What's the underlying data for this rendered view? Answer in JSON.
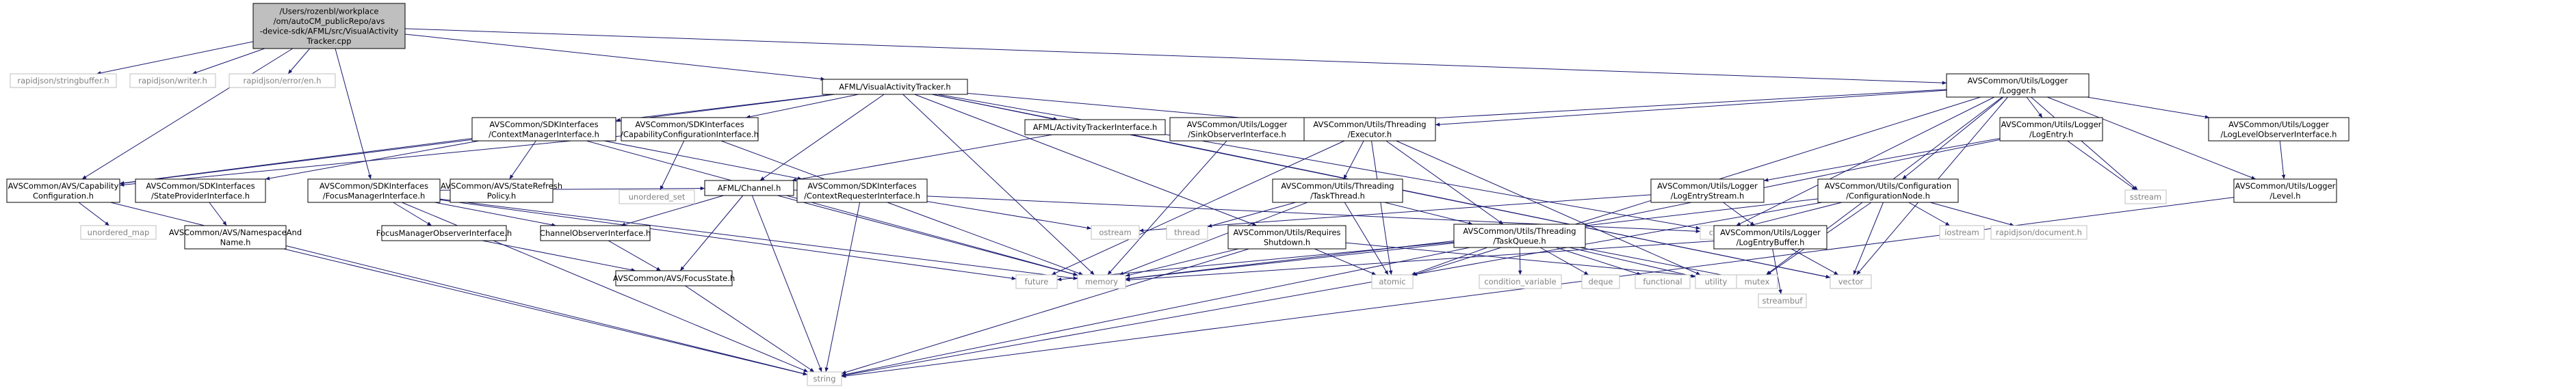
{
  "colors": {
    "root_fill": "#bfbfbf",
    "node_fill": "#ffffff",
    "node_border": "#000000",
    "external_border": "#bfbfbf",
    "external_text": "#828282",
    "edge": "#191970"
  },
  "nodes": {
    "root": {
      "lines": [
        "/Users/rozenbl/workplace",
        "/om/autoCM_publicRepo/avs",
        "-device-sdk/AFML/src/VisualActivity",
        "Tracker.cpp"
      ],
      "kind": "root"
    },
    "rj_sb": {
      "lines": [
        "rapidjson/stringbuffer.h"
      ],
      "kind": "external"
    },
    "rj_writer": {
      "lines": [
        "rapidjson/writer.h"
      ],
      "kind": "external"
    },
    "rj_err": {
      "lines": [
        "rapidjson/error/en.h"
      ],
      "kind": "external"
    },
    "vat": {
      "lines": [
        "AFML/VisualActivityTracker.h"
      ],
      "kind": "internal"
    },
    "logger": {
      "lines": [
        "AVSCommon/Utils/Logger",
        "/Logger.h"
      ],
      "kind": "internal"
    },
    "cmi": {
      "lines": [
        "AVSCommon/SDKInterfaces",
        "/ContextManagerInterface.h"
      ],
      "kind": "internal"
    },
    "cci": {
      "lines": [
        "AVSCommon/SDKInterfaces",
        "/CapabilityConfigurationInterface.h"
      ],
      "kind": "internal"
    },
    "ati": {
      "lines": [
        "AFML/ActivityTrackerInterface.h"
      ],
      "kind": "internal"
    },
    "soi": {
      "lines": [
        "AVSCommon/Utils/Logger",
        "/SinkObserverInterface.h"
      ],
      "kind": "internal"
    },
    "exec": {
      "lines": [
        "AVSCommon/Utils/Threading",
        "/Executor.h"
      ],
      "kind": "internal"
    },
    "logentry": {
      "lines": [
        "AVSCommon/Utils/Logger",
        "/LogEntry.h"
      ],
      "kind": "internal"
    },
    "lloi": {
      "lines": [
        "AVSCommon/Utils/Logger",
        "/LogLevelObserverInterface.h"
      ],
      "kind": "internal"
    },
    "capcfg": {
      "lines": [
        "AVSCommon/AVS/Capability",
        "Configuration.h"
      ],
      "kind": "internal"
    },
    "spi": {
      "lines": [
        "AVSCommon/SDKInterfaces",
        "/StateProviderInterface.h"
      ],
      "kind": "internal"
    },
    "fmi": {
      "lines": [
        "AVSCommon/SDKInterfaces",
        "/FocusManagerInterface.h"
      ],
      "kind": "internal"
    },
    "srp": {
      "lines": [
        "AVSCommon/AVS/StateRefresh",
        "Policy.h"
      ],
      "kind": "internal"
    },
    "uset": {
      "lines": [
        "unordered_set"
      ],
      "kind": "external"
    },
    "channel": {
      "lines": [
        "AFML/Channel.h"
      ],
      "kind": "internal"
    },
    "cri": {
      "lines": [
        "AVSCommon/SDKInterfaces",
        "/ContextRequesterInterface.h"
      ],
      "kind": "internal"
    },
    "tthread": {
      "lines": [
        "AVSCommon/Utils/Threading",
        "/TaskThread.h"
      ],
      "kind": "internal"
    },
    "les": {
      "lines": [
        "AVSCommon/Utils/Logger",
        "/LogEntryStream.h"
      ],
      "kind": "internal"
    },
    "cfgnode": {
      "lines": [
        "AVSCommon/Utils/Configuration",
        "/ConfigurationNode.h"
      ],
      "kind": "internal"
    },
    "sstream": {
      "lines": [
        "sstream"
      ],
      "kind": "external"
    },
    "level": {
      "lines": [
        "AVSCommon/Utils/Logger",
        "/Level.h"
      ],
      "kind": "internal"
    },
    "umap": {
      "lines": [
        "unordered_map"
      ],
      "kind": "external"
    },
    "nan": {
      "lines": [
        "AVSCommon/AVS/NamespaceAnd",
        "Name.h"
      ],
      "kind": "internal"
    },
    "fmoi": {
      "lines": [
        "FocusManagerObserverInterface.h"
      ],
      "kind": "internal"
    },
    "coi": {
      "lines": [
        "ChannelObserverInterface.h"
      ],
      "kind": "internal"
    },
    "ostream": {
      "lines": [
        "ostream"
      ],
      "kind": "external"
    },
    "thread": {
      "lines": [
        "thread"
      ],
      "kind": "external"
    },
    "rs": {
      "lines": [
        "AVSCommon/Utils/Requires",
        "Shutdown.h"
      ],
      "kind": "internal"
    },
    "tqueue": {
      "lines": [
        "AVSCommon/Utils/Threading",
        "/TaskQueue.h"
      ],
      "kind": "internal"
    },
    "chrono": {
      "lines": [
        "chrono"
      ],
      "kind": "external"
    },
    "leb": {
      "lines": [
        "AVSCommon/Utils/Logger",
        "/LogEntryBuffer.h"
      ],
      "kind": "internal"
    },
    "iostream": {
      "lines": [
        "iostream"
      ],
      "kind": "external"
    },
    "rj_doc": {
      "lines": [
        "rapidjson/document.h"
      ],
      "kind": "external"
    },
    "focusstate": {
      "lines": [
        "AVSCommon/AVS/FocusState.h"
      ],
      "kind": "internal"
    },
    "future": {
      "lines": [
        "future"
      ],
      "kind": "external"
    },
    "memory": {
      "lines": [
        "memory"
      ],
      "kind": "external"
    },
    "atomic": {
      "lines": [
        "atomic"
      ],
      "kind": "external"
    },
    "condvar": {
      "lines": [
        "condition_variable"
      ],
      "kind": "external"
    },
    "deque": {
      "lines": [
        "deque"
      ],
      "kind": "external"
    },
    "functional": {
      "lines": [
        "functional"
      ],
      "kind": "external"
    },
    "utility": {
      "lines": [
        "utility"
      ],
      "kind": "external"
    },
    "mutex": {
      "lines": [
        "mutex"
      ],
      "kind": "external"
    },
    "streambuf": {
      "lines": [
        "streambuf"
      ],
      "kind": "external"
    },
    "vector": {
      "lines": [
        "vector"
      ],
      "kind": "external"
    },
    "string": {
      "lines": [
        "string"
      ],
      "kind": "external"
    }
  },
  "edges": [
    [
      "root",
      "rj_sb"
    ],
    [
      "root",
      "rj_writer"
    ],
    [
      "root",
      "rj_err"
    ],
    [
      "root",
      "vat"
    ],
    [
      "root",
      "logger"
    ],
    [
      "root",
      "capcfg"
    ],
    [
      "root",
      "fmi"
    ],
    [
      "vat",
      "cmi"
    ],
    [
      "vat",
      "cci"
    ],
    [
      "vat",
      "ati"
    ],
    [
      "vat",
      "exec"
    ],
    [
      "vat",
      "channel"
    ],
    [
      "vat",
      "capcfg"
    ],
    [
      "vat",
      "rs"
    ],
    [
      "vat",
      "memory"
    ],
    [
      "vat",
      "vector"
    ],
    [
      "vat",
      "chrono"
    ],
    [
      "logger",
      "soi"
    ],
    [
      "logger",
      "logentry"
    ],
    [
      "logger",
      "lloi"
    ],
    [
      "logger",
      "cfgnode"
    ],
    [
      "logger",
      "level"
    ],
    [
      "logger",
      "sstream"
    ],
    [
      "logger",
      "chrono"
    ],
    [
      "logger",
      "atomic"
    ],
    [
      "logger",
      "mutex"
    ],
    [
      "logger",
      "vector"
    ],
    [
      "logger",
      "exec"
    ],
    [
      "cmi",
      "capcfg"
    ],
    [
      "cmi",
      "spi"
    ],
    [
      "cmi",
      "cri"
    ],
    [
      "cmi",
      "srp"
    ],
    [
      "cmi",
      "memory"
    ],
    [
      "cci",
      "capcfg"
    ],
    [
      "cci",
      "uset"
    ],
    [
      "cci",
      "memory"
    ],
    [
      "ati",
      "channel"
    ],
    [
      "ati",
      "vector"
    ],
    [
      "soi",
      "memory"
    ],
    [
      "exec",
      "tthread"
    ],
    [
      "exec",
      "tqueue"
    ],
    [
      "exec",
      "future"
    ],
    [
      "exec",
      "utility"
    ],
    [
      "exec",
      "atomic"
    ],
    [
      "logentry",
      "les"
    ],
    [
      "logentry",
      "sstream"
    ],
    [
      "logentry",
      "string"
    ],
    [
      "lloi",
      "level"
    ],
    [
      "capcfg",
      "umap"
    ],
    [
      "capcfg",
      "string"
    ],
    [
      "spi",
      "nan"
    ],
    [
      "fmi",
      "channel"
    ],
    [
      "fmi",
      "fmoi"
    ],
    [
      "fmi",
      "coi"
    ],
    [
      "fmi",
      "future"
    ],
    [
      "fmi",
      "memory"
    ],
    [
      "fmi",
      "string"
    ],
    [
      "channel",
      "coi"
    ],
    [
      "channel",
      "focusstate"
    ],
    [
      "channel",
      "chrono"
    ],
    [
      "channel",
      "memory"
    ],
    [
      "channel",
      "string"
    ],
    [
      "cri",
      "ostream"
    ],
    [
      "cri",
      "string"
    ],
    [
      "tthread",
      "atomic"
    ],
    [
      "tthread",
      "memory"
    ],
    [
      "tthread",
      "thread"
    ],
    [
      "tthread",
      "tqueue"
    ],
    [
      "les",
      "leb"
    ],
    [
      "les",
      "ostream"
    ],
    [
      "cfgnode",
      "chrono"
    ],
    [
      "cfgnode",
      "iostream"
    ],
    [
      "cfgnode",
      "rj_doc"
    ],
    [
      "cfgnode",
      "mutex"
    ],
    [
      "cfgnode",
      "vector"
    ],
    [
      "cfgnode",
      "string"
    ],
    [
      "cfgnode",
      "memory"
    ],
    [
      "level",
      "string"
    ],
    [
      "nan",
      "string"
    ],
    [
      "fmoi",
      "focusstate"
    ],
    [
      "coi",
      "focusstate"
    ],
    [
      "rs",
      "atomic"
    ],
    [
      "rs",
      "memory"
    ],
    [
      "rs",
      "mutex"
    ],
    [
      "rs",
      "string"
    ],
    [
      "tqueue",
      "atomic"
    ],
    [
      "tqueue",
      "condvar"
    ],
    [
      "tqueue",
      "deque"
    ],
    [
      "tqueue",
      "functional"
    ],
    [
      "tqueue",
      "future"
    ],
    [
      "tqueue",
      "memory"
    ],
    [
      "tqueue",
      "mutex"
    ],
    [
      "tqueue",
      "utility"
    ],
    [
      "leb",
      "memory"
    ],
    [
      "leb",
      "streambuf"
    ],
    [
      "leb",
      "vector"
    ],
    [
      "focusstate",
      "string"
    ]
  ]
}
